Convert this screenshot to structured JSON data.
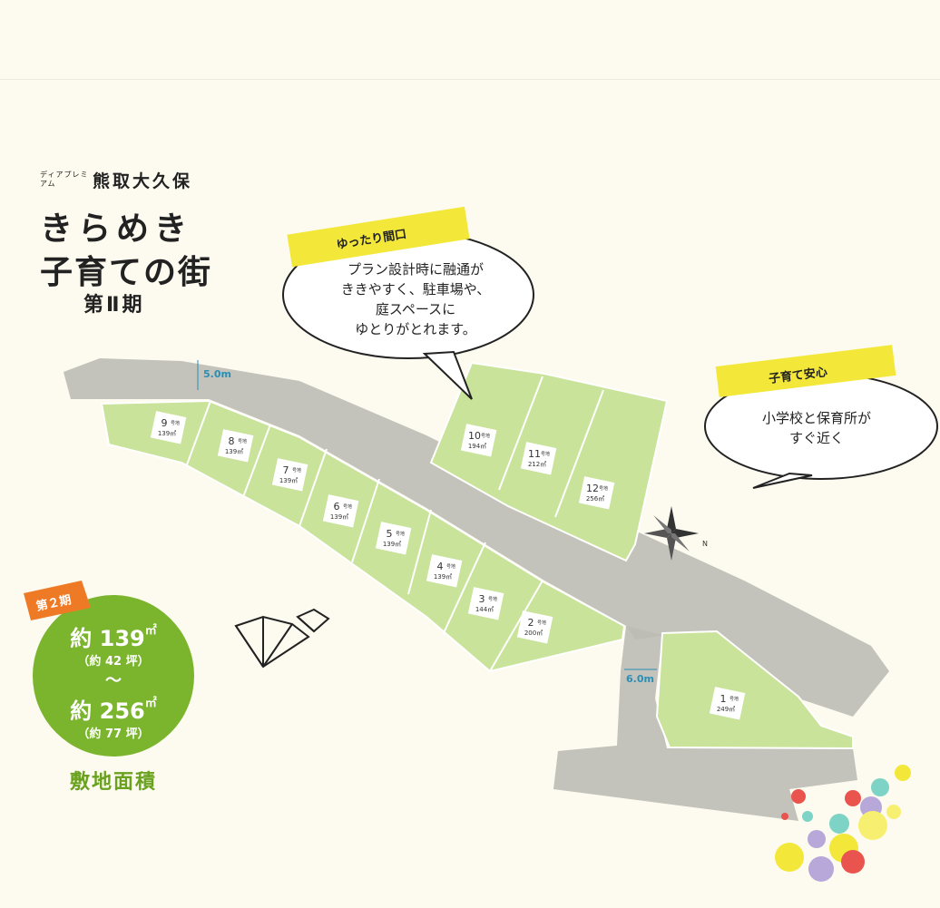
{
  "brand": {
    "prefix": "ディアプレミアム",
    "name": "熊取大久保"
  },
  "title": {
    "line1": "きらめき",
    "line2": "子育ての街",
    "phase": "第Ⅱ期"
  },
  "callout_frontage": {
    "tag": "ゆったり間口",
    "lines": [
      "プラン設計時に融通が",
      "ききやすく、駐車場や、",
      "庭スペースに",
      "ゆとりがとれます。"
    ]
  },
  "callout_childcare": {
    "tag": "子育て安心",
    "lines": [
      "小学校と保育所が",
      "すぐ近く"
    ]
  },
  "roads": {
    "main_width": "5.0m",
    "side_width": "6.0m"
  },
  "compass": {
    "north_label": "N"
  },
  "lots": [
    {
      "number": "1",
      "suffix": "号地",
      "area": "249㎡"
    },
    {
      "number": "2",
      "suffix": "号地",
      "area": "200㎡"
    },
    {
      "number": "3",
      "suffix": "号地",
      "area": "144㎡"
    },
    {
      "number": "4",
      "suffix": "号地",
      "area": "139㎡"
    },
    {
      "number": "5",
      "suffix": "号地",
      "area": "139㎡"
    },
    {
      "number": "6",
      "suffix": "号地",
      "area": "139㎡"
    },
    {
      "number": "7",
      "suffix": "号地",
      "area": "139㎡"
    },
    {
      "number": "8",
      "suffix": "号地",
      "area": "139㎡"
    },
    {
      "number": "9",
      "suffix": "号地",
      "area": "139㎡"
    },
    {
      "number": "10",
      "suffix": "号地",
      "area": "194㎡"
    },
    {
      "number": "11",
      "suffix": "号地",
      "area": "212㎡"
    },
    {
      "number": "12",
      "suffix": "号地",
      "area": "256㎡"
    }
  ],
  "site_area": {
    "badge": "第２期",
    "min_value": "約 139",
    "min_unit": "㎡",
    "min_tsubo": "（約 42 坪）",
    "range_mark": "〜",
    "max_value": "約 256",
    "max_unit": "㎡",
    "max_tsubo": "（約 77 坪）",
    "caption": "敷地面積"
  },
  "colors": {
    "lot_green": "#c9e39a",
    "road_gray": "#bdbbb5",
    "accent_green": "#7bb52e",
    "tag_yellow": "#f3e83a",
    "badge_orange": "#ee7a26"
  }
}
